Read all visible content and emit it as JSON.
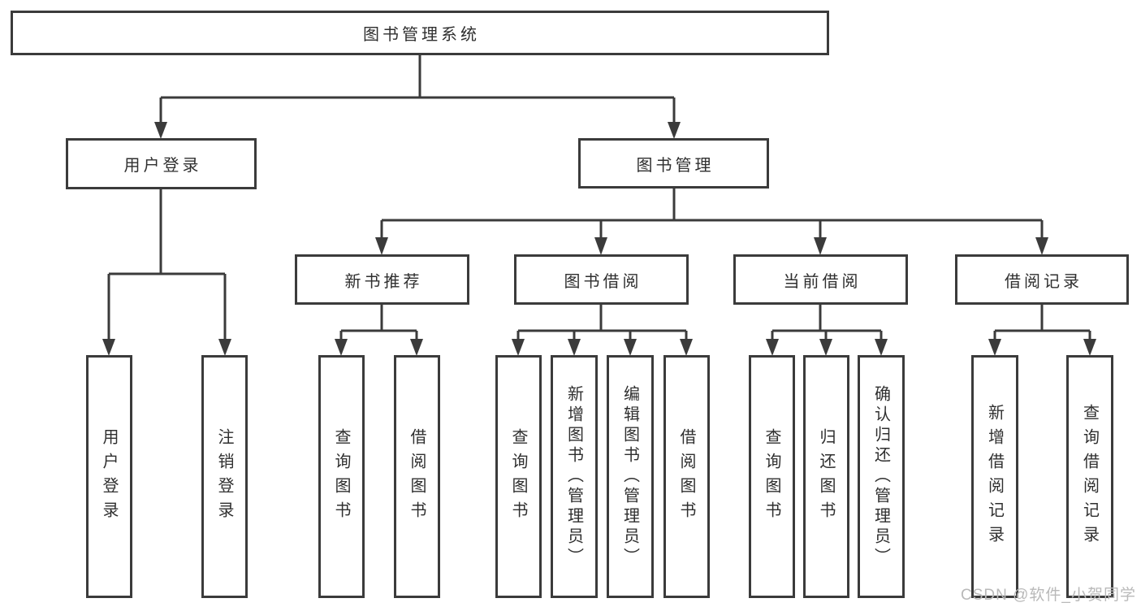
{
  "nodes": {
    "root": {
      "label": "图书管理系统"
    },
    "user_login": {
      "label": "用户登录"
    },
    "book_management": {
      "label": "图书管理"
    },
    "new_book_recommend": {
      "label": "新书推荐"
    },
    "book_borrowing": {
      "label": "图书借阅"
    },
    "current_borrowing": {
      "label": "当前借阅"
    },
    "borrowing_records": {
      "label": "借阅记录"
    },
    "leaf_user_login": {
      "label": "用户登录"
    },
    "leaf_logout": {
      "label": "注销登录"
    },
    "leaf_newbook_query": {
      "label": "查询图书"
    },
    "leaf_newbook_borrow": {
      "label": "借阅图书"
    },
    "leaf_borrowing_query": {
      "label": "查询图书"
    },
    "leaf_borrowing_add": {
      "label": "新增图书（管理员）"
    },
    "leaf_borrowing_edit": {
      "label": "编辑图书（管理员）"
    },
    "leaf_borrowing_borrow": {
      "label": "借阅图书"
    },
    "leaf_current_query": {
      "label": "查询图书"
    },
    "leaf_current_return": {
      "label": "归还图书"
    },
    "leaf_current_confirm": {
      "label": "确认归还（管理员）"
    },
    "leaf_records_add": {
      "label": "新增借阅记录"
    },
    "leaf_records_query": {
      "label": "查询借阅记录"
    }
  },
  "watermark": {
    "text": "CSDN @软件_小贺同学"
  },
  "colors": {
    "line": "#3b3b3b",
    "text": "#2f2f2f",
    "watermark": "#b9b9b9",
    "background": "#ffffff"
  }
}
